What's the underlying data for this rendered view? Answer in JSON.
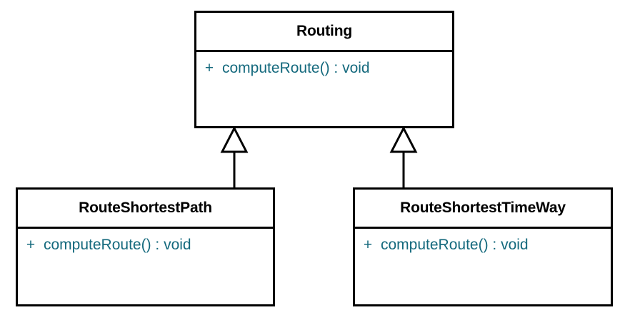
{
  "diagram": {
    "type": "uml-class-diagram",
    "background_color": "#ffffff",
    "border_color": "#000000",
    "title_text_color": "#000000",
    "member_text_color": "#14697d",
    "classes": [
      {
        "id": "routing",
        "name": "Routing",
        "members": [
          {
            "visibility": "+",
            "signature": "computeRoute() : void"
          }
        ]
      },
      {
        "id": "routeshortestpath",
        "name": "RouteShortestPath",
        "members": [
          {
            "visibility": "+",
            "signature": "computeRoute() : void"
          }
        ]
      },
      {
        "id": "routeshortesttimeway",
        "name": "RouteShortestTimeWay",
        "members": [
          {
            "visibility": "+",
            "signature": "computeRoute() : void"
          }
        ]
      }
    ],
    "relationships": [
      {
        "kind": "generalization",
        "from": "routeshortestpath",
        "to": "routing"
      },
      {
        "kind": "generalization",
        "from": "routeshortesttimeway",
        "to": "routing"
      }
    ]
  }
}
